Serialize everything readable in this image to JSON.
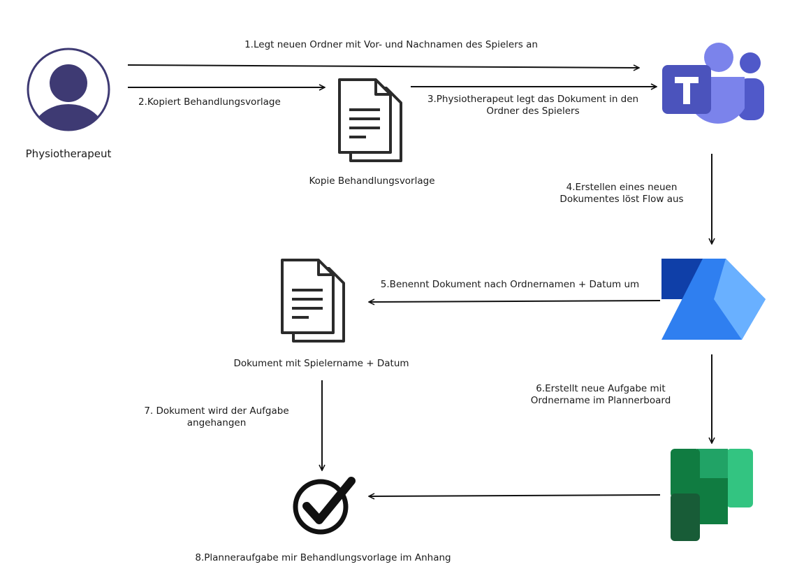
{
  "nodes": {
    "physio": {
      "label": "Physiotherapeut"
    },
    "template_copy": {
      "label": "Kopie Behandlungsvorlage"
    },
    "renamed_doc": {
      "label": "Dokument mit Spielername + Datum"
    },
    "planner_task": {
      "label": "8.Planneraufgabe mir Behandlungsvorlage im Anhang"
    }
  },
  "steps": {
    "s1": "1.Legt neuen Ordner mit Vor- und Nachnamen des Spielers an",
    "s2": "2.Kopiert Behandlungsvorlage",
    "s3_line1": "3.Physiotherapeut legt das Dokument in den",
    "s3_line2": "Ordner des Spielers",
    "s4_line1": "4.Erstellen eines neuen",
    "s4_line2": "Dokumentes löst Flow aus",
    "s5": "5.Benennt Dokument nach Ordnernamen + Datum um",
    "s6_line1": "6.Erstellt neue Aufgabe mit",
    "s6_line2": "Ordnername im Plannerboard",
    "s7_line1": "7. Dokument wird der Aufgabe",
    "s7_line2": "angehangen"
  },
  "icons": {
    "person": "user-avatar-icon",
    "teams": "microsoft-teams-icon",
    "automate": "power-automate-icon",
    "planner": "microsoft-planner-icon",
    "document": "document-icon",
    "check": "checkmark-icon"
  },
  "colors": {
    "person_circle": "#3e3a73",
    "teams_purple": "#5059c9",
    "teams_light": "#7b83eb",
    "automate_dark": "#0f3fa8",
    "automate_mid": "#2f7ff0",
    "automate_light": "#69b0ff",
    "planner_dark": "#185c37",
    "planner_mid": "#21a366",
    "planner_light": "#33c481",
    "arrow": "#111111"
  }
}
